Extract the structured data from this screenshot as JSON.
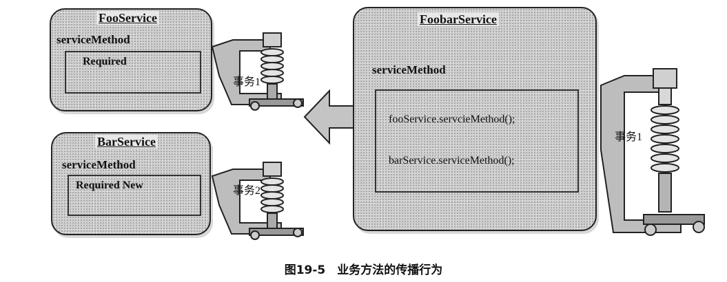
{
  "foo_service": {
    "title": "FooService",
    "method": "serviceMethod",
    "propagation": "Required",
    "transaction_label": "事务1"
  },
  "bar_service": {
    "title": "BarService",
    "method": "serviceMethod",
    "propagation": "Required New",
    "transaction_label": "事务2"
  },
  "foobar_service": {
    "title": "FoobarService",
    "method": "serviceMethod",
    "call_1": "fooService.servcieMethod();",
    "call_2": "barService.serviceMethod();",
    "transaction_label": "事务1"
  },
  "caption": "图19-5　业务方法的传播行为"
}
